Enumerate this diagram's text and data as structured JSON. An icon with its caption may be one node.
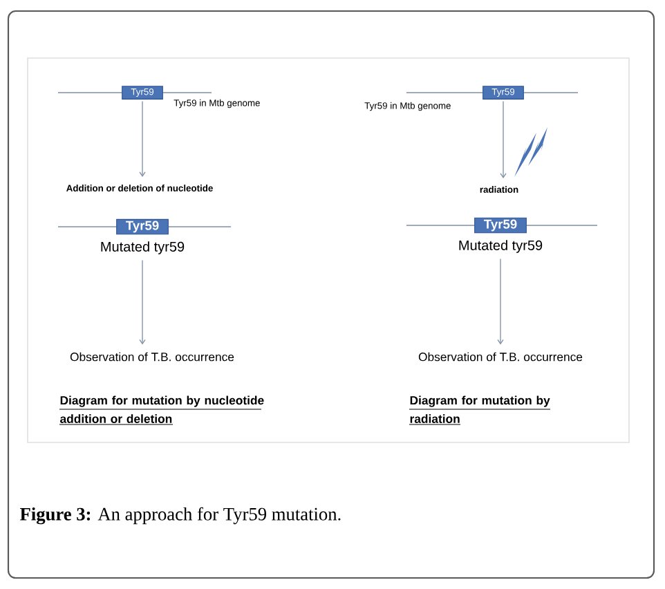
{
  "diagram": {
    "caption": "**Figure 3:** An approach for Tyr59 mutation.",
    "nodes": [
      {
        "text": [
          "Tyr59"
        ],
        "beside": [
          "Tyr59 in Mtb genome"
        ]
      },
      {
        "text": [
          "Addition or deletion of nucleotide"
        ]
      },
      {
        "text": [
          "Tyr59"
        ],
        "beside": [
          "Mutated tyr59"
        ]
      },
      {
        "text": [
          "Observation of T.B. occurrence"
        ]
      },
      {
        "text": [
          "Tyr59"
        ],
        "beside": [
          "Tyr59 in Mtb genome"
        ]
      },
      {
        "text": [
          "radiation"
        ]
      },
      {
        "text": [
          "Tyr59"
        ],
        "beside": [
          "Mutated tyr59"
        ]
      },
      {
        "text": [
          "Observation of T.B. occurrence"
        ]
      }
    ],
    "edges": [
      {
        "from": 0,
        "to": 1,
        "arrow": "to"
      },
      {
        "from": 2,
        "to": 3,
        "arrow": "to"
      },
      {
        "from": 4,
        "to": 5,
        "arrow": "to"
      },
      {
        "from": 6,
        "to": 7,
        "arrow": "to"
      }
    ],
    "labels": [
      "Diagram for mutation by nucleotide addition or deletion",
      "Diagram for mutation by radiation"
    ]
  }
}
